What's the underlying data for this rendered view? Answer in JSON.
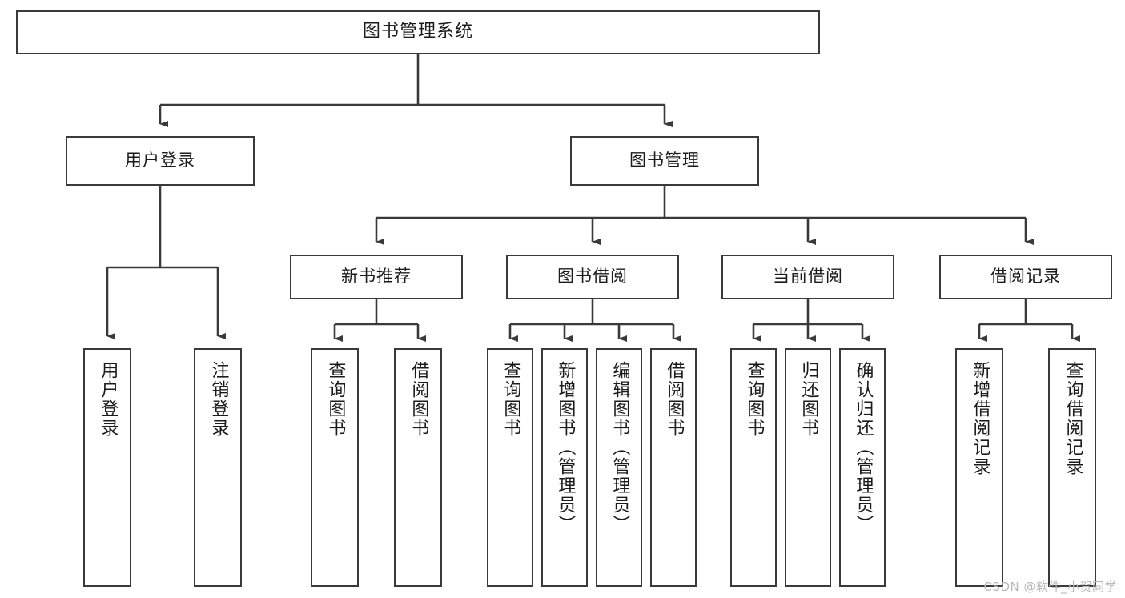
{
  "diagram": {
    "type": "tree-hierarchy-chart",
    "title": "图书管理系统",
    "watermark": "CSDN @软件_小贺同学",
    "colors": {
      "box_border": "#3a3a3a",
      "box_fill": "#ffffff",
      "connector": "#3a3a3a",
      "text": "#1b1b1b",
      "watermark": "#b9b9b9",
      "background": "#ffffff"
    },
    "root": {
      "label": "图书管理系统"
    },
    "level2": [
      {
        "label": "用户登录"
      },
      {
        "label": "图书管理"
      }
    ],
    "level3": [
      {
        "label": "新书推荐"
      },
      {
        "label": "图书借阅"
      },
      {
        "label": "当前借阅"
      },
      {
        "label": "借阅记录"
      }
    ],
    "leaves": {
      "user_login": [
        {
          "label": "用户登录"
        },
        {
          "label": "注销登录"
        }
      ],
      "new_book_recommend": [
        {
          "label": "查询图书"
        },
        {
          "label": "借阅图书"
        }
      ],
      "book_borrow": [
        {
          "label": "查询图书"
        },
        {
          "label": "新增图书（管理员）"
        },
        {
          "label": "编辑图书（管理员）"
        },
        {
          "label": "借阅图书"
        }
      ],
      "current_borrow": [
        {
          "label": "查询图书"
        },
        {
          "label": "归还图书"
        },
        {
          "label": "确认归还（管理员）"
        }
      ],
      "borrow_record": [
        {
          "label": "新增借阅记录"
        },
        {
          "label": "查询借阅记录"
        }
      ]
    }
  }
}
